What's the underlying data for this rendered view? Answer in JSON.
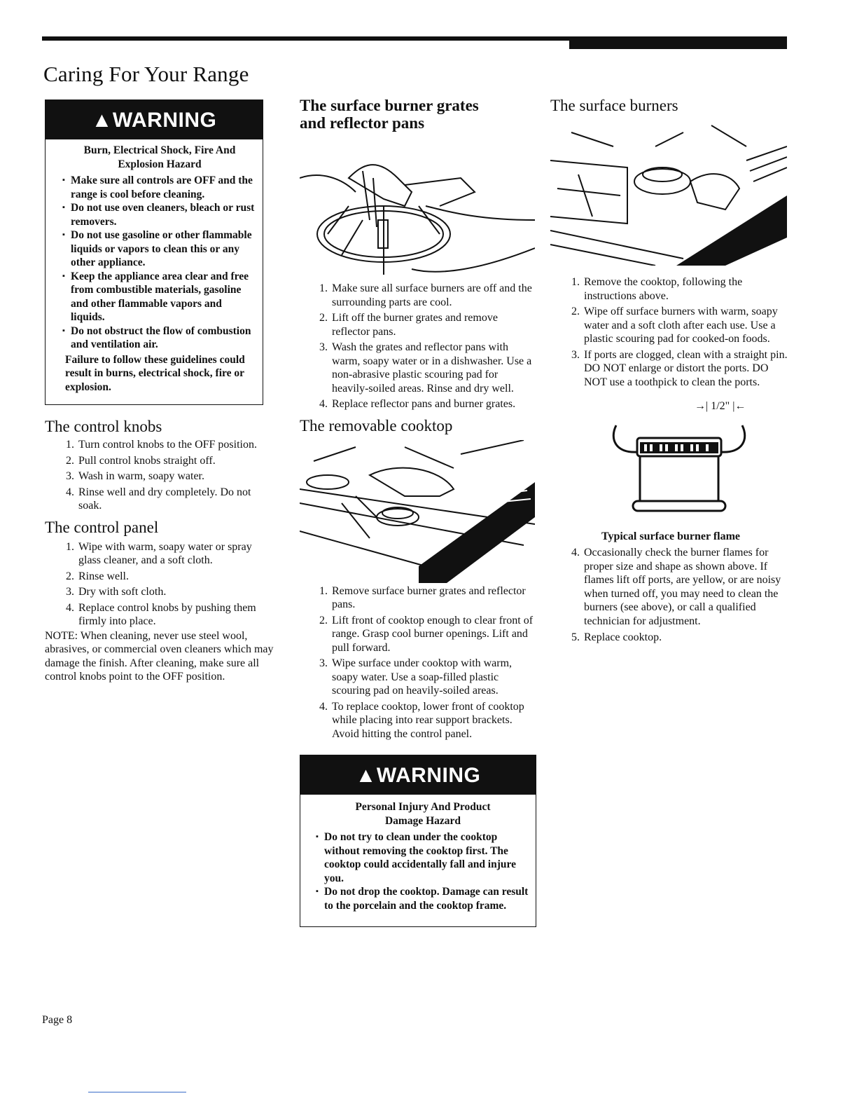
{
  "page": {
    "title": "Caring For Your Range",
    "page_number": "Page 8"
  },
  "warning1": {
    "label": "WARNING",
    "subtitle_line1": "Burn, Electrical Shock, Fire And",
    "subtitle_line2": "Explosion Hazard",
    "items": [
      "Make sure all controls are OFF and the range is cool before cleaning.",
      "Do not use oven cleaners, bleach or rust removers.",
      "Do not use gasoline or other flammable liquids or vapors to clean this or any other appliance.",
      "Keep the appliance area clear and free from combustible materials, gasoline and other flammable vapors and liquids.",
      "Do not obstruct the flow of combustion and ventilation air."
    ],
    "footer": "Failure to follow these guidelines could result in burns, electrical shock, fire or explosion."
  },
  "control_knobs": {
    "heading": "The control knobs",
    "steps": [
      "Turn control knobs to the OFF position.",
      "Pull control knobs straight off.",
      "Wash in warm, soapy water.",
      "Rinse well and dry completely. Do not soak."
    ]
  },
  "control_panel": {
    "heading": "The control panel",
    "steps": [
      "Wipe with warm, soapy water or spray glass cleaner, and a soft cloth.",
      "Rinse well.",
      "Dry with soft cloth.",
      "Replace control knobs by pushing them firmly into place."
    ],
    "note_label": "NOTE:",
    "note": "When cleaning, never use steel wool, abrasives, or commercial oven cleaners which may damage the finish. After cleaning, make sure all control knobs point to the OFF position."
  },
  "grates": {
    "heading_line1": "The surface burner grates",
    "heading_line2": "and reflector pans",
    "steps": [
      "Make sure all surface burners are off and the surrounding parts are cool.",
      "Lift off the burner grates and remove reflector pans.",
      "Wash the grates and reflector pans with warm, soapy water or in a dishwasher. Use a non-abrasive plastic scouring pad for heavily-soiled areas. Rinse and dry well.",
      "Replace reflector pans and burner grates."
    ]
  },
  "cooktop": {
    "heading": "The removable cooktop",
    "steps": [
      "Remove surface burner grates and reflector pans.",
      "Lift front of cooktop enough to clear front of range. Grasp cool burner openings. Lift and pull forward.",
      "Wipe surface under cooktop with warm, soapy water. Use a soap-filled plastic scouring pad on heavily-soiled areas.",
      "To replace cooktop, lower front of cooktop while placing into rear support brackets. Avoid hitting the control panel."
    ]
  },
  "warning2": {
    "label": "WARNING",
    "subtitle_line1": "Personal Injury And Product",
    "subtitle_line2": "Damage Hazard",
    "items": [
      "Do not try to clean under the cooktop without removing the cooktop first. The cooktop could accidentally fall and injure you.",
      "Do not drop the cooktop. Damage can result to the porcelain and the cooktop frame."
    ]
  },
  "burners": {
    "heading": "The surface burners",
    "steps": [
      "Remove the cooktop, following the instructions above.",
      "Wipe off surface burners with warm, soapy water and a soft cloth after each use. Use a plastic scouring pad for cooked-on foods.",
      "If ports are clogged, clean with a straight pin. DO NOT enlarge or distort the ports. DO NOT use a toothpick to clean the ports."
    ],
    "flame_dimension": "1/2\"",
    "flame_caption": "Typical surface burner flame",
    "steps_cont": [
      "Occasionally check the burner flames for proper size and shape as shown above. If flames lift off ports, are yellow, or are noisy when turned off, you may need to clean the burners (see above), or call a qualified technician for adjustment.",
      "Replace cooktop."
    ]
  }
}
